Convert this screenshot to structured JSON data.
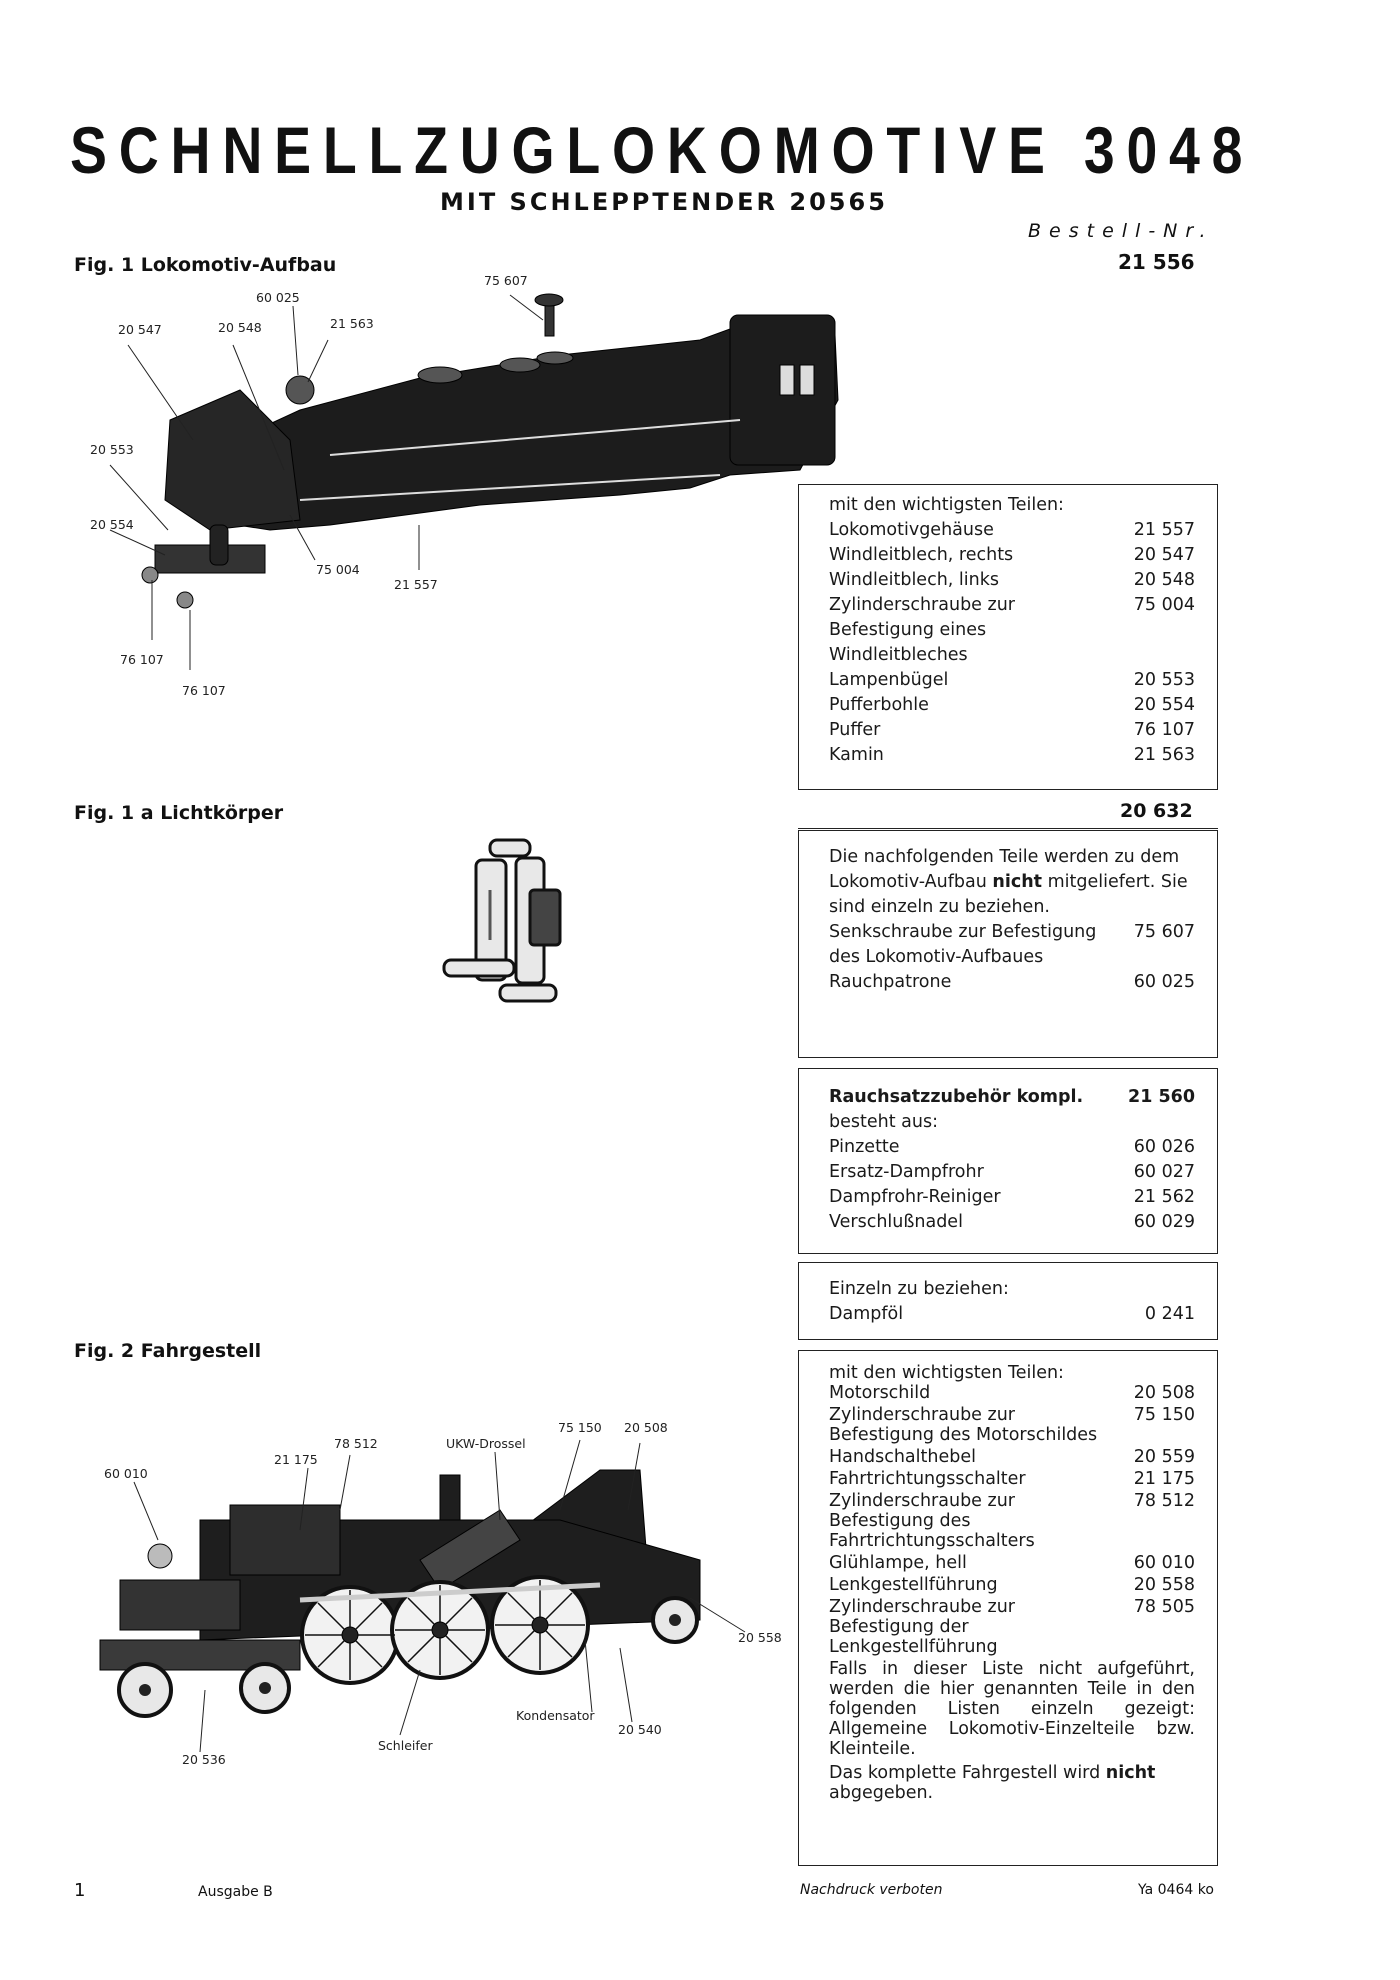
{
  "header": {
    "title": "SCHNELLZUGLOKOMOTIVE 3048",
    "subtitle": "MIT SCHLEPPTENDER 20565",
    "bestell_label": "Bestell-Nr.",
    "bestell_nr": "21 556"
  },
  "fig1": {
    "label": "Fig. 1  Lokomotiv-Aufbau",
    "callouts": {
      "c75607": "75 607",
      "c60025": "60 025",
      "c20547": "20 547",
      "c20548": "20 548",
      "c21563": "21 563",
      "c20553": "20 553",
      "c20554": "20 554",
      "c75004": "75 004",
      "c21557": "21 557",
      "c76107a": "76 107",
      "c76107b": "76 107"
    }
  },
  "box1": {
    "intro": "mit den wichtigsten Teilen:",
    "rows": [
      {
        "t": "Lokomotivgehäuse",
        "n": "21 557"
      },
      {
        "t": "Windleitblech, rechts",
        "n": "20 547"
      },
      {
        "t": "Windleitblech, links",
        "n": "20 548"
      },
      {
        "t": "Zylinderschraube zur Befestigung eines Windleitbleches",
        "n": "75 004"
      },
      {
        "t": "Lampenbügel",
        "n": "20 553"
      },
      {
        "t": "Pufferbohle",
        "n": "20 554"
      },
      {
        "t": "Puffer",
        "n": "76 107"
      },
      {
        "t": "Kamin",
        "n": "21 563"
      }
    ]
  },
  "fig1a": {
    "label": "Fig. 1 a  Lichtkörper",
    "nr": "20 632"
  },
  "box2": {
    "text_before": "Die nachfolgenden Teile werden zu dem Lokomotiv-Aufbau",
    "text_bold": "nicht",
    "text_after": "mitgeliefert. Sie sind einzeln zu beziehen.",
    "rows": [
      {
        "t": "Senkschraube zur Befestigung des Lokomotiv-Aufbaues",
        "n": "75 607"
      },
      {
        "t": "Rauchpatrone",
        "n": "60 025"
      }
    ]
  },
  "box3": {
    "head": "Rauchsatzzubehör kompl.",
    "head_nr": "21 560",
    "intro": "besteht aus:",
    "rows": [
      {
        "t": "Pinzette",
        "n": "60 026"
      },
      {
        "t": "Ersatz-Dampfrohr",
        "n": "60 027"
      },
      {
        "t": "Dampfrohr-Reiniger",
        "n": "21 562"
      },
      {
        "t": "Verschlußnadel",
        "n": "60 029"
      }
    ]
  },
  "box4": {
    "intro": "Einzeln zu beziehen:",
    "rows": [
      {
        "t": "Dampföl",
        "n": "0 241"
      }
    ]
  },
  "fig2": {
    "label": "Fig. 2  Fahrgestell",
    "callouts": {
      "c60010": "60 010",
      "c21175": "21 175",
      "c78512": "78 512",
      "c_ukw": "UKW-Drossel",
      "c75150": "75 150",
      "c20508": "20 508",
      "c20558": "20 558",
      "c_kond": "Kondensator",
      "c20540": "20 540",
      "c_schl": "Schleifer",
      "c20536": "20 536"
    }
  },
  "box5": {
    "intro": "mit den wichtigsten Teilen:",
    "rows": [
      {
        "t": "Motorschild",
        "n": "20 508"
      },
      {
        "t": "Zylinderschraube zur Befestigung des Motorschildes",
        "n": "75 150"
      },
      {
        "t": "Handschalthebel",
        "n": "20 559"
      },
      {
        "t": "Fahrtrichtungsschalter",
        "n": "21 175"
      },
      {
        "t": "Zylinderschraube zur Befestigung des Fahrtrichtungsschalters",
        "n": "78 512"
      },
      {
        "t": "Glühlampe, hell",
        "n": "60 010"
      },
      {
        "t": "Lenkgestellführung",
        "n": "20 558"
      },
      {
        "t": "Zylinderschraube zur Befestigung der Lenkgestellführung",
        "n": "78 505"
      }
    ],
    "note1": "Falls in dieser Liste nicht aufgeführt, werden die hier genannten Teile in den folgenden Listen einzeln gezeigt: Allgemeine Lokomotiv-Einzelteile bzw. Kleinteile.",
    "note2_before": "Das komplette Fahrgestell wird",
    "note2_bold": "nicht",
    "note2_after": "abgegeben."
  },
  "footer": {
    "page": "1",
    "edition": "Ausgabe B",
    "notice": "Nachdruck verboten",
    "code": "Ya 0464 ko"
  }
}
